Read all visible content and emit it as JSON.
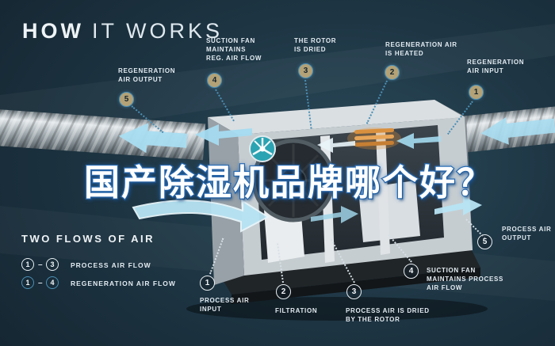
{
  "title": {
    "bold": "HOW",
    "light": "IT WORKS"
  },
  "headline": {
    "text": "国产除湿机品牌哪个好？"
  },
  "top_callouts": [
    {
      "num": "5",
      "lines": [
        "REGENERATION",
        "AIR OUTPUT",
        ""
      ]
    },
    {
      "num": "4",
      "lines": [
        "SUCTION FAN",
        "MAINTAINS",
        "REG. AIR FLOW"
      ]
    },
    {
      "num": "3",
      "lines": [
        "THE ROTOR",
        "IS DRIED",
        ""
      ]
    },
    {
      "num": "2",
      "lines": [
        "REGENERATION AIR",
        "IS HEATED",
        ""
      ]
    },
    {
      "num": "1",
      "lines": [
        "REGENERATION",
        "AIR INPUT",
        ""
      ]
    }
  ],
  "bottom_callouts": [
    {
      "num": "1",
      "lines": [
        "PROCESS AIR",
        "INPUT",
        ""
      ]
    },
    {
      "num": "2",
      "lines": [
        "FILTRATION",
        "",
        ""
      ]
    },
    {
      "num": "3",
      "lines": [
        "PROCESS AIR IS DRIED",
        "BY THE ROTOR",
        ""
      ]
    },
    {
      "num": "4",
      "lines": [
        "SUCTION FAN",
        "MAINTAINS PROCESS",
        "AIR FLOW"
      ]
    },
    {
      "num": "5",
      "lines": [
        "PROCESS AIR",
        "OUTPUT",
        ""
      ]
    }
  ],
  "legend": {
    "heading": "TWO FLOWS OF AIR",
    "rows": [
      {
        "from": "1",
        "dash": "–",
        "to": "3",
        "label": "PROCESS AIR FLOW"
      },
      {
        "from": "1",
        "dash": "–",
        "to": "4",
        "label": "REGENERATION AIR FLOW"
      }
    ]
  },
  "colors": {
    "background": "#1d3442",
    "accent_blue": "#4b8fb5",
    "badge_gold": "#b3a277",
    "headline_fill": "#ffffff",
    "headline_stroke": "#2a6db5",
    "arrow_blue": "#a5dbf0",
    "heater_orange": "#d9903e"
  }
}
